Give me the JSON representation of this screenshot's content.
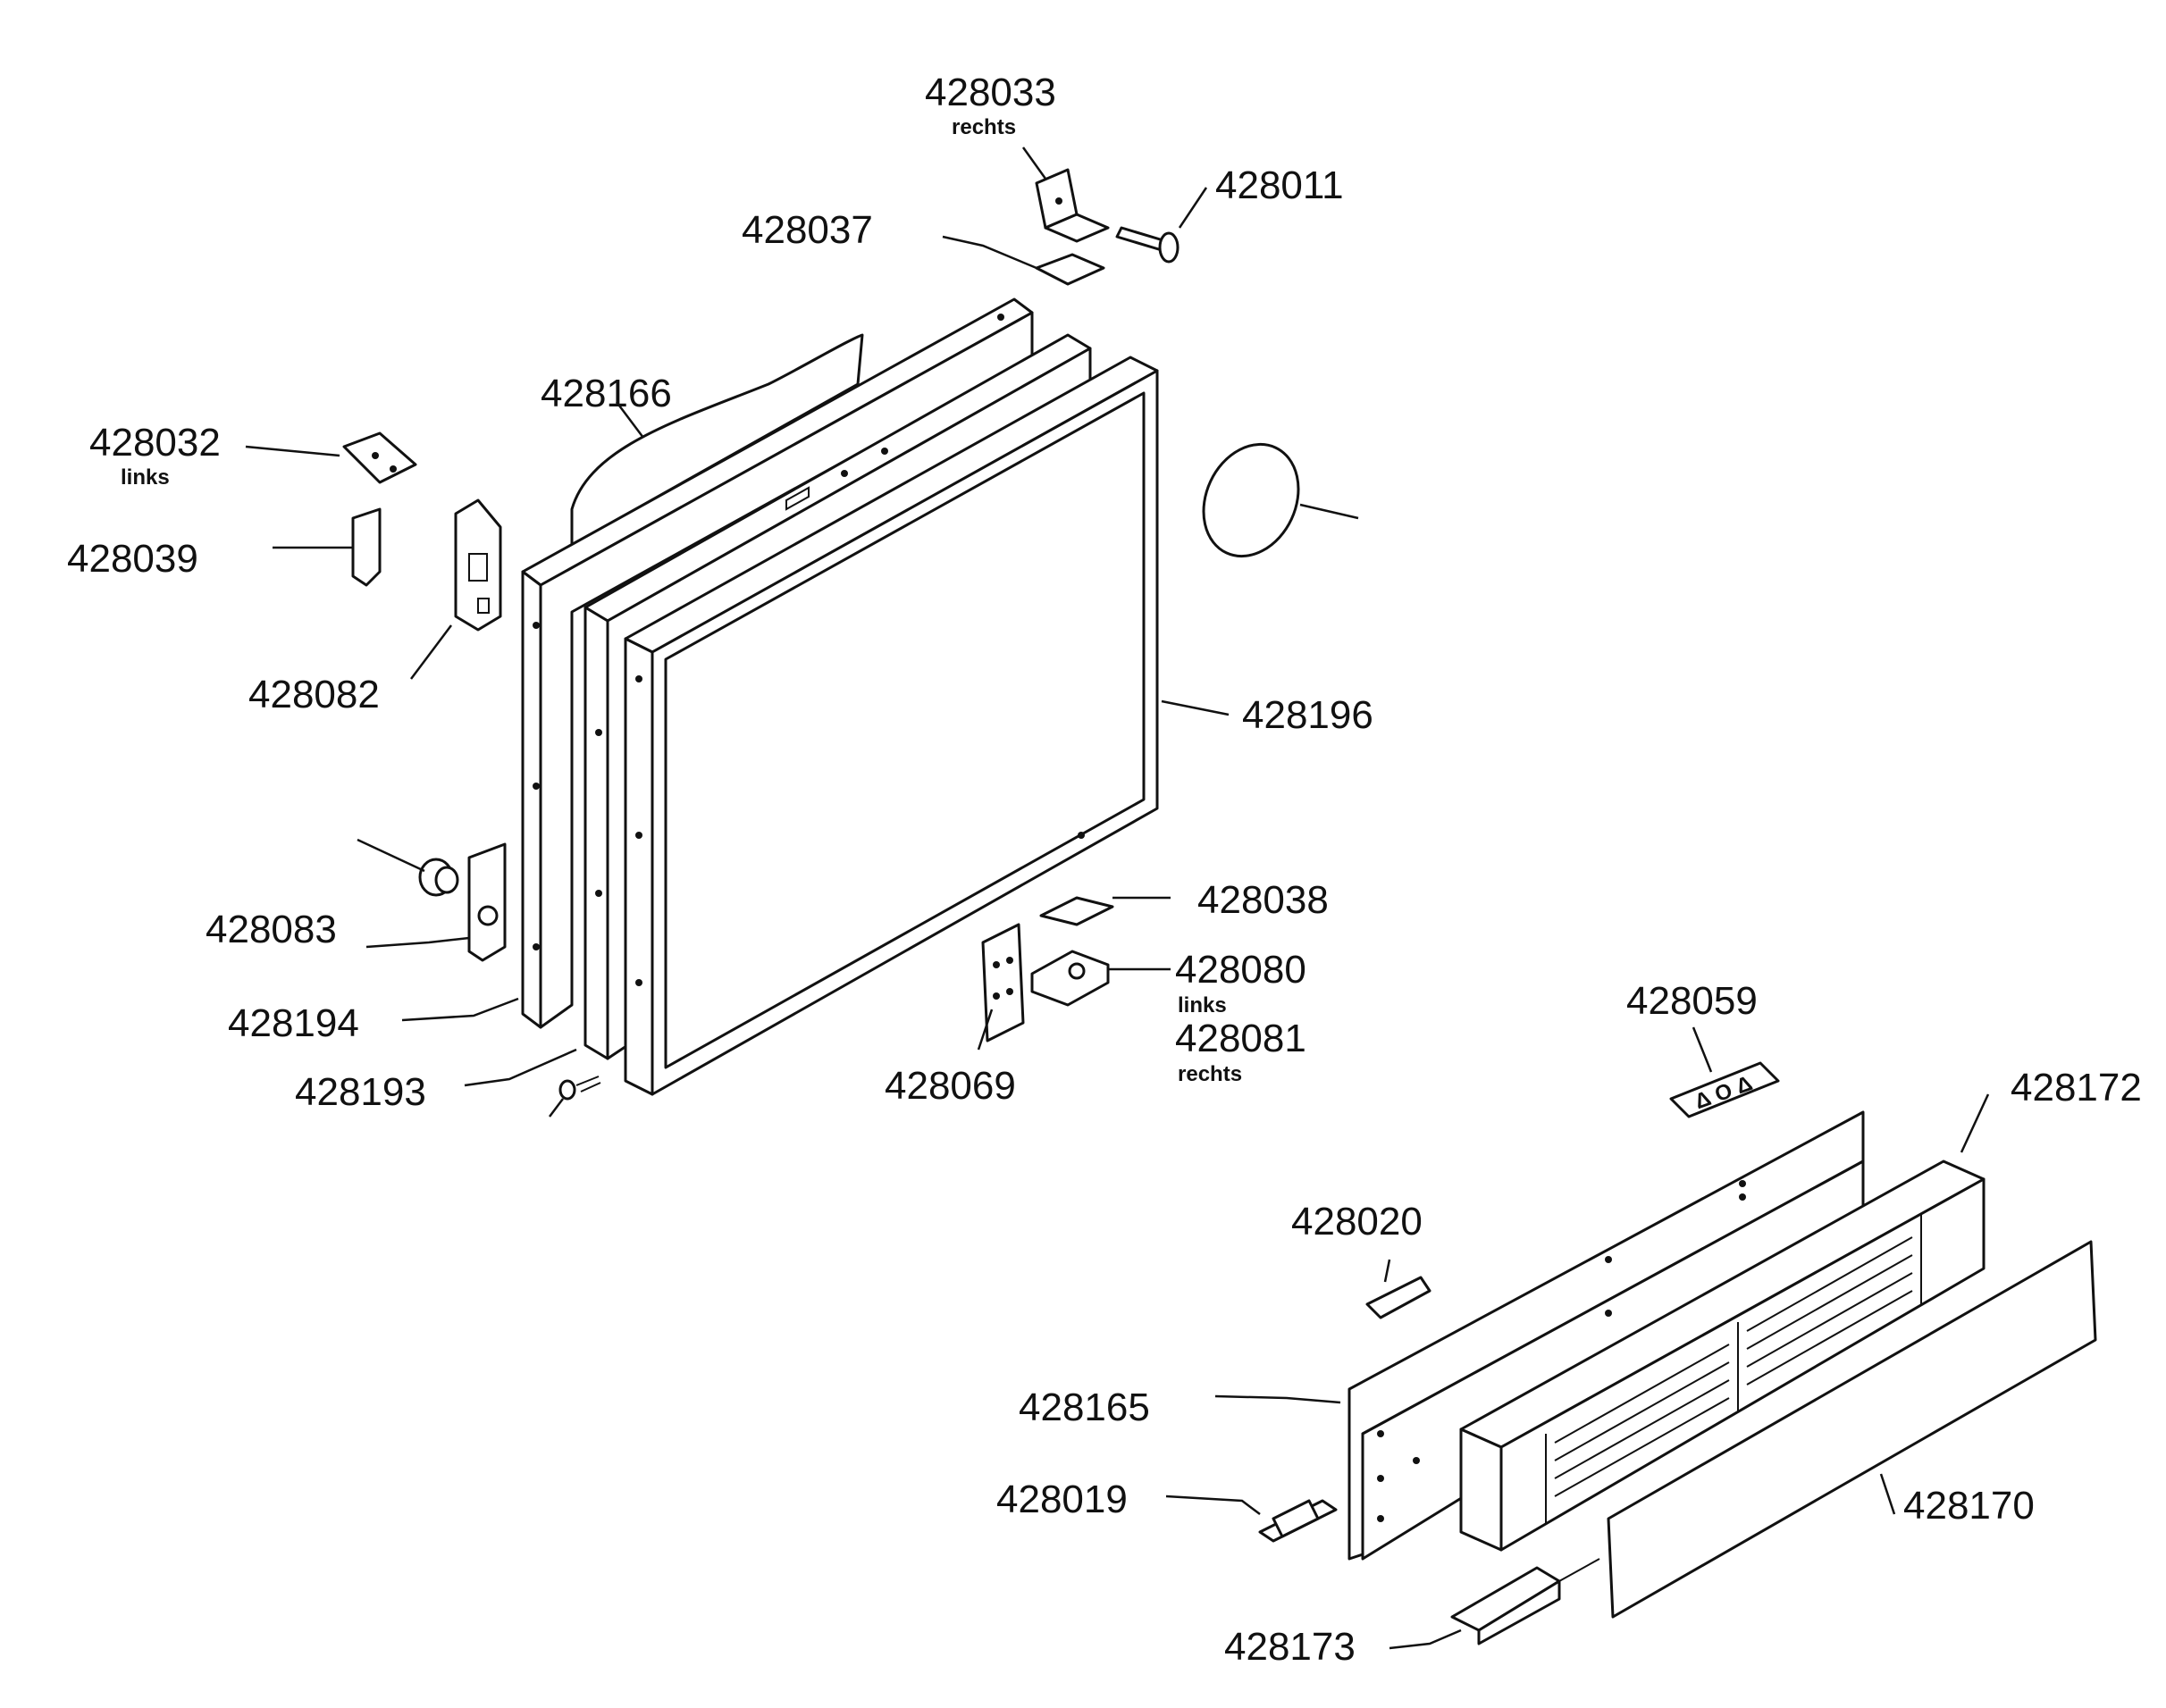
{
  "parts": {
    "p428033": "428033",
    "p428033_note": "rechts",
    "p428011": "428011",
    "p428037": "428037",
    "p428166": "428166",
    "p428032": "428032",
    "p428032_note": "links",
    "p428039": "428039",
    "p428082": "428082",
    "p428196": "428196",
    "p428083": "428083",
    "p428038": "428038",
    "p428080": "428080",
    "p428080_note": "links",
    "p428081": "428081",
    "p428081_note": "rechts",
    "p428194": "428194",
    "p428193": "428193",
    "p428069": "428069",
    "p428059": "428059",
    "p428059_symbols": "Δ O Δ",
    "p428172": "428172",
    "p428020": "428020",
    "p428165": "428165",
    "p428019": "428019",
    "p428170": "428170",
    "p428173": "428173"
  }
}
